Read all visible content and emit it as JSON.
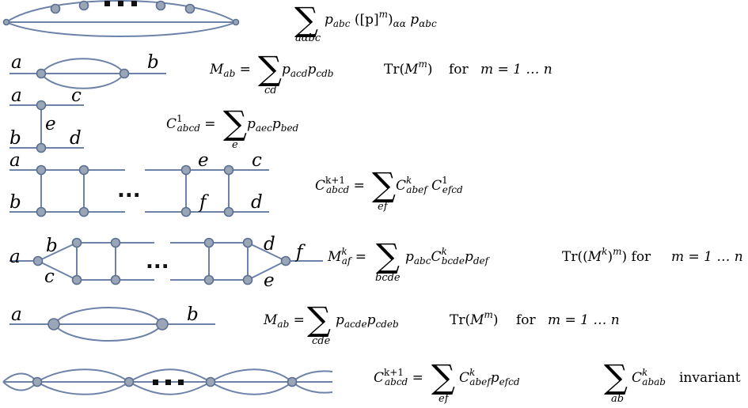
{
  "ellipsis": "...",
  "rows": {
    "r1": {
      "formula": {
        "sum_sub": "aαbc",
        "t1": "p",
        "t1_sub": "abc",
        "t2": " ([p]",
        "t2_sup": "m",
        "t3": ")",
        "t3_sub": "αα",
        "t4": " p",
        "t4_sub": "αbc"
      }
    },
    "r2": {
      "labels": [
        "a",
        "b"
      ],
      "formula": {
        "lhs": "M",
        "lhs_sub": "ab",
        "eq": " = ",
        "sum_sub": "cd",
        "t1": "p",
        "t1_sub": "acd",
        "t2": "p",
        "t2_sub": "cdb"
      },
      "note": {
        "tr": "Tr(",
        "m": "M",
        "m_sup": "m",
        "close": ")",
        "for": "for",
        "range": "m = 1 … n"
      }
    },
    "r3": {
      "labels": [
        "a",
        "c",
        "e",
        "b",
        "d"
      ],
      "formula": {
        "lhs": "C",
        "lhs_sup": "1",
        "lhs_sub": "abcd",
        "eq": " = ",
        "sum_sub": "e",
        "t1": "p",
        "t1_sub": "aec",
        "t2": "p",
        "t2_sub": "bed"
      }
    },
    "r4": {
      "labels": [
        "a",
        "e",
        "c",
        "b",
        "f",
        "d"
      ],
      "formula": {
        "lhs": "C",
        "lhs_sup": "k+1",
        "lhs_sub": "abcd",
        "eq": " = ",
        "sum_sub": "ef",
        "t1": "C",
        "t1_sup": "k",
        "t1_sub": "abef",
        "t2": " C",
        "t2_sup": "1",
        "t2_sub": "efcd"
      }
    },
    "r5": {
      "labels": [
        "a",
        "b",
        "c",
        "d",
        "f",
        "e"
      ],
      "formula": {
        "lhs": "M",
        "lhs_sup": "k",
        "lhs_sub": "af",
        "eq": " = ",
        "sum_sub": "bcde",
        "t1": "p",
        "t1_sub": "abc",
        "t2": "C",
        "t2_sup": "k",
        "t2_sub": "bcde",
        "t3": "p",
        "t3_sub": "def"
      },
      "note": {
        "tr": "Tr(",
        "inner_open": "(",
        "m": "M",
        "m_sup": "k",
        "inner_close": ")",
        "outer_sup": "m",
        "close": ")",
        "for": " for ",
        "range": "m = 1 … n"
      }
    },
    "r6": {
      "labels": [
        "a",
        "b"
      ],
      "formula": {
        "lhs": "M",
        "lhs_sub": "ab",
        "eq": " = ",
        "sum_sub": "cde",
        "t1": "p",
        "t1_sub": "acde",
        "t2": "p",
        "t2_sub": "cdeb"
      },
      "note": {
        "tr": "Tr(",
        "m": "M",
        "m_sup": "m",
        "close": ")",
        "for": "for",
        "range": "m = 1 … n"
      }
    },
    "r7": {
      "formula": {
        "lhs": "C",
        "lhs_sup": "k+1",
        "lhs_sub": "abcd",
        "eq": " = ",
        "sum_sub": "ef",
        "t1": "C",
        "t1_sup": "k",
        "t1_sub": "abef",
        "t2": "p",
        "t2_sub": "efcd"
      },
      "note": {
        "sum_sub": "ab",
        "c": "C",
        "c_sup": "k",
        "c_sub": "abab",
        "word": "invariant"
      }
    }
  },
  "sum_symbol": "∑"
}
